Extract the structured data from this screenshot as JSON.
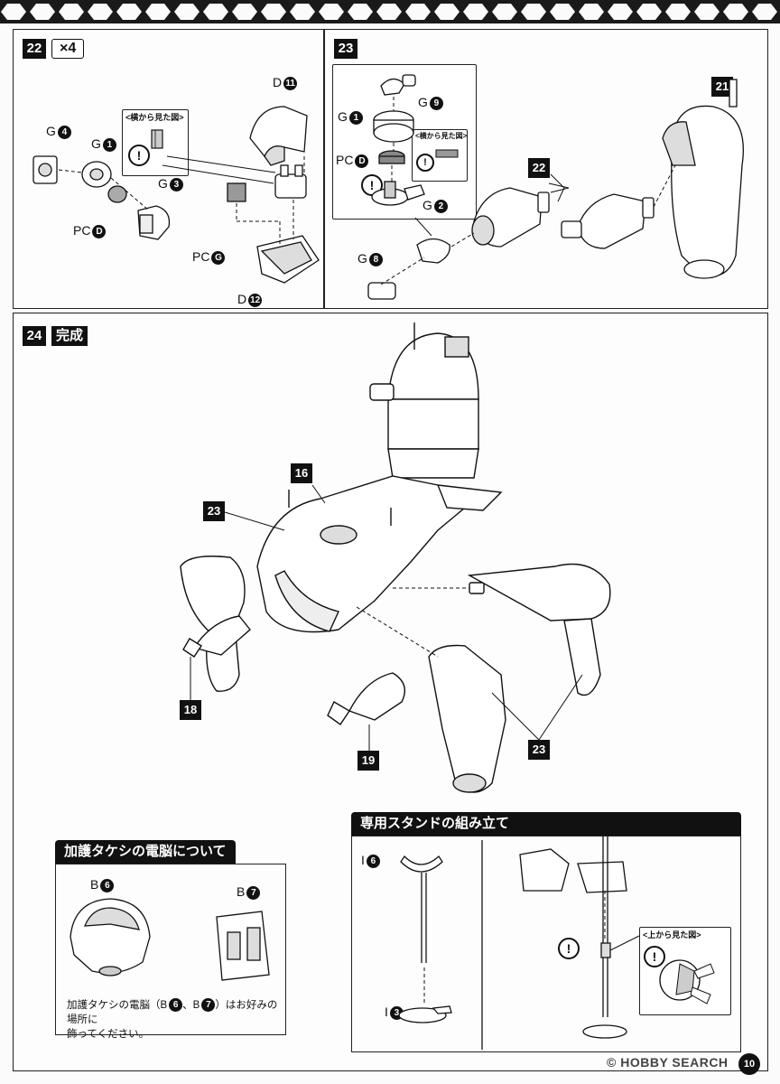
{
  "page_number": "10",
  "watermark": {
    "logo": "HOBBY SEARCH",
    "symbol": "©",
    "word1": "HOBBY",
    "word2": "SEARCH"
  },
  "warning_symbol": "!",
  "step22": {
    "number": "22",
    "quantity": "×4",
    "inset_title": "<横から見た図>",
    "labels": [
      {
        "prefix": "D",
        "num": "11"
      },
      {
        "prefix": "G",
        "num": "4"
      },
      {
        "prefix": "G",
        "num": "1"
      },
      {
        "prefix": "G",
        "num": "3"
      },
      {
        "prefix": "PC",
        "num": "D"
      },
      {
        "prefix": "PC",
        "num": "G"
      },
      {
        "prefix": "D",
        "num": "12"
      }
    ]
  },
  "step23": {
    "number": "23",
    "inset_title": "<横から見た図>",
    "labels": [
      {
        "prefix": "G",
        "num": "9"
      },
      {
        "prefix": "G",
        "num": "1"
      },
      {
        "prefix": "PC",
        "num": "D"
      },
      {
        "prefix": "G",
        "num": "2"
      },
      {
        "prefix": "G",
        "num": "8"
      }
    ],
    "callouts": [
      "22",
      "21"
    ]
  },
  "step24": {
    "number": "24",
    "title": "完成",
    "callouts": [
      "16",
      "23",
      "18",
      "19",
      "23"
    ]
  },
  "brain_section": {
    "title": "加護タケシの電脳について",
    "labels": [
      {
        "prefix": "B",
        "num": "6"
      },
      {
        "prefix": "B",
        "num": "7"
      }
    ],
    "note_line1": "加護タケシの電脳（B",
    "note_sep": "、B",
    "note_end": "）はお好みの場所に",
    "note_line2": "飾ってください。",
    "note_ref1": "6",
    "note_ref2": "7"
  },
  "stand_section": {
    "title": "専用スタンドの組み立て",
    "labels": [
      {
        "prefix": "I",
        "num": "6"
      },
      {
        "prefix": "I",
        "num": "3"
      }
    ],
    "inset_title": "<上から見た図>"
  }
}
